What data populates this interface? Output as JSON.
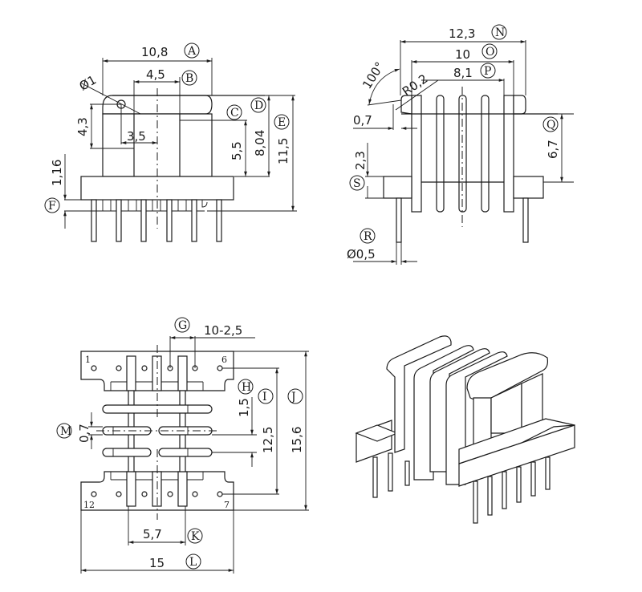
{
  "title": "EE transformer bobbin dimension drawing",
  "views": {
    "front": {
      "dimensions": {
        "A": "10,8",
        "B": "4,5",
        "C": "",
        "D": "8,04",
        "E": "11,5",
        "F": "1,16",
        "hole_dia": "Ø1",
        "height_43": "4,3",
        "offset_35": "3,5",
        "height_55": "5,5"
      },
      "labels": [
        "A",
        "B",
        "C",
        "D",
        "E",
        "F"
      ]
    },
    "side": {
      "dimensions": {
        "N": "12,3",
        "O": "10",
        "P": "8,1",
        "Q": "6,7",
        "R": "Ø0,5",
        "S": "2,3",
        "angle": "100°",
        "radius": "R0,2",
        "thickness": "0,7"
      },
      "labels": [
        "N",
        "O",
        "P",
        "Q",
        "R",
        "S"
      ]
    },
    "bottom": {
      "dimensions": {
        "G": "10-2,5",
        "H": "1,5",
        "I": "12,5",
        "J": "15,6",
        "K": "5,7",
        "L": "15",
        "M": "0,7"
      },
      "labels": [
        "G",
        "H",
        "I",
        "J",
        "K",
        "L",
        "M"
      ],
      "pins": [
        "1",
        "6",
        "12",
        "7"
      ]
    }
  }
}
